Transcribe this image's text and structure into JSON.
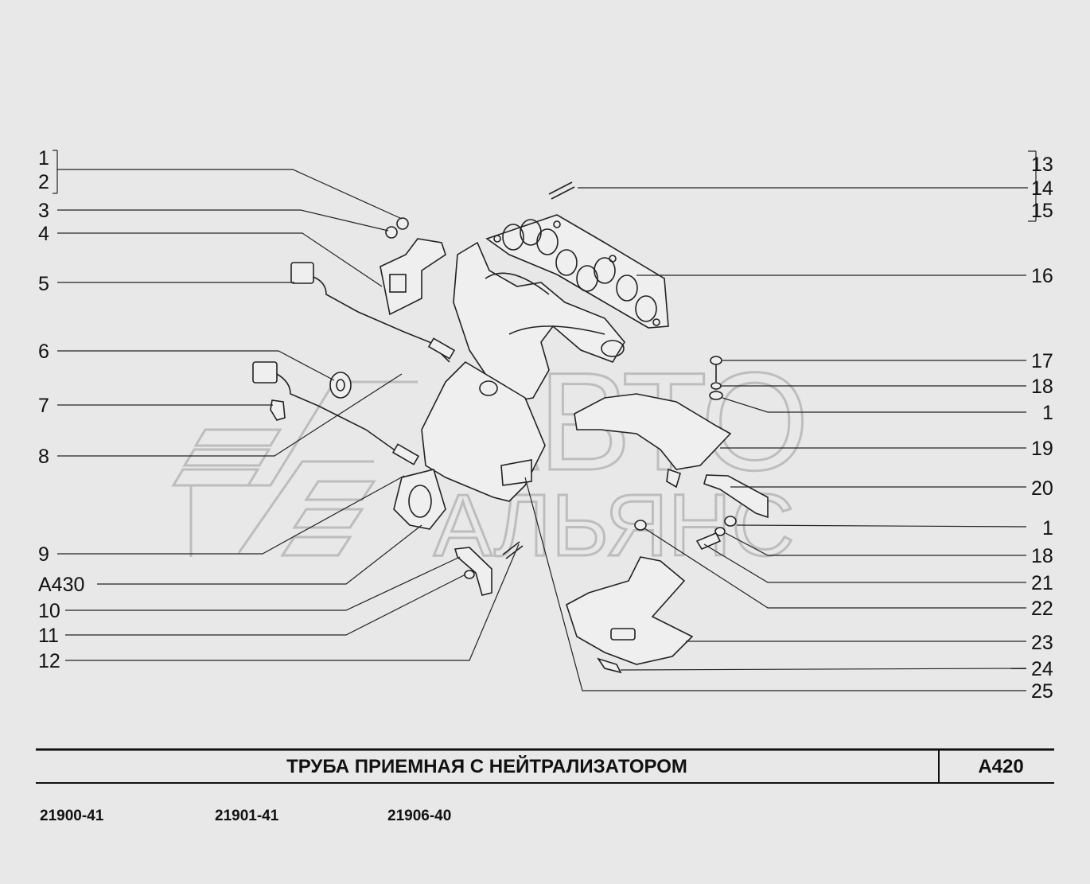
{
  "diagram": {
    "title": "ТРУБА   ПРИЕМНАЯ   С   НЕЙТРАЛИЗАТОРОМ",
    "code": "A420",
    "models": [
      "21900-41",
      "21901-41",
      "21906-40"
    ],
    "watermark": {
      "line1": "АВТО",
      "line2": "АЛЬЯНС"
    },
    "callouts_left": [
      "1",
      "2",
      "3",
      "4",
      "5",
      "6",
      "7",
      "8",
      "9",
      "A430",
      "10",
      "11",
      "12"
    ],
    "callouts_right": [
      "13",
      "14",
      "15",
      "16",
      "17",
      "18",
      "1",
      "19",
      "20",
      "1",
      "18",
      "21",
      "22",
      "23",
      "24",
      "25"
    ]
  }
}
